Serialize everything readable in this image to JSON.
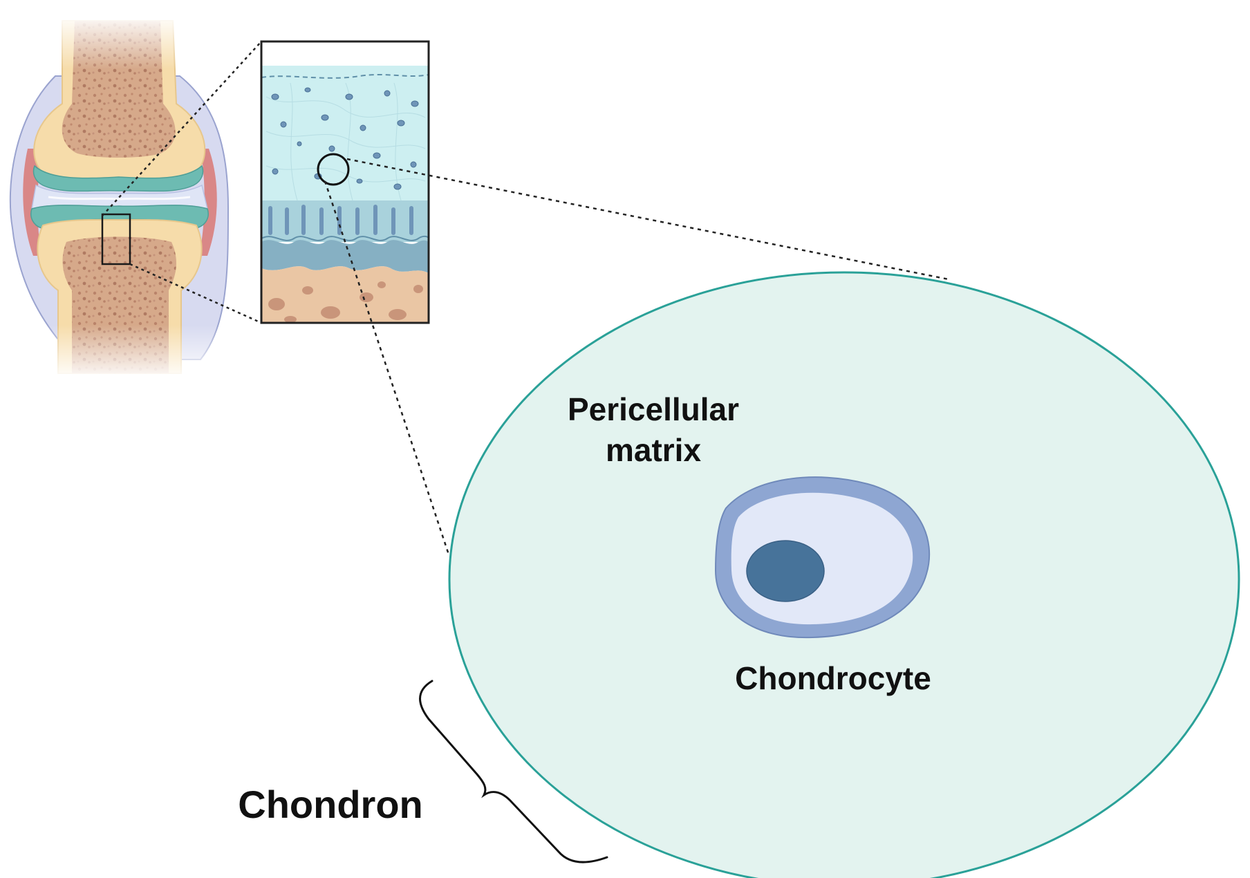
{
  "labels": {
    "pericellular_line1": "Pericellular",
    "pericellular_line2": "matrix",
    "chondrocyte": "Chondrocyte",
    "chondron": "Chondron"
  },
  "colors": {
    "bone_outer": "#f5dcaa",
    "bone_marrow": "#d9ad8f",
    "cartilage_teal": "#5fb3ad",
    "synovial_fluid": "#dde3f4",
    "synovium_red": "#d98a8a",
    "capsule": "#c9cde8",
    "tissue_top": "#cfeff0",
    "tissue_mid": "#9fc9d6",
    "tissue_deep": "#8ab2c6",
    "subchondral": "#e9c3a3",
    "pcm_fill": "#e3f3ef",
    "pcm_stroke": "#2aa198",
    "cell_membrane": "#8ea6d2",
    "cytoplasm": "#e2e8f8",
    "nucleus": "#47739a"
  },
  "icons": [
    "knee-joint-icon",
    "cartilage-zones-icon",
    "curly-brace-icon"
  ]
}
